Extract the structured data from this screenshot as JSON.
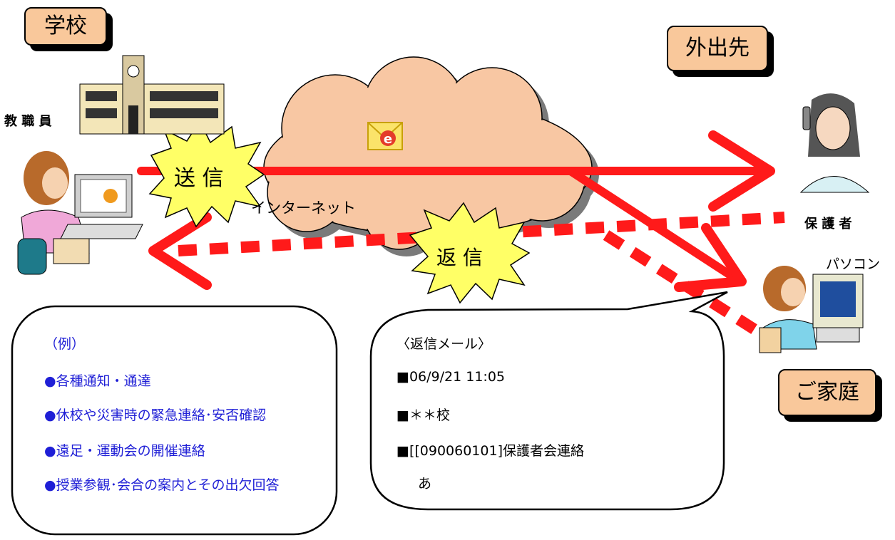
{
  "labels": {
    "school": "学校",
    "outside": "外出先",
    "home": "ご家庭",
    "teacher": "教 職 員",
    "parent": "保 護 者",
    "pc": "パソコン",
    "internet": "インターネット",
    "send": "送 信",
    "reply": "返 信"
  },
  "example_box": {
    "heading": "（例）",
    "items": [
      "●各種通知・通達",
      "●休校や災害時の緊急連絡･安否確認",
      "●遠足・運動会の開催連絡",
      "●授業参観･会合の案内とその出欠回答"
    ]
  },
  "reply_mail": {
    "heading": "〈返信メール〉",
    "lines": [
      "■06/9/21 11:05",
      "■＊＊校",
      "■[[090060101]保護者会連絡",
      "あ"
    ]
  },
  "colors": {
    "arrow": "#ff1a1a",
    "label_fill": "#f9c89b",
    "example_text": "#1f1fd6",
    "cloud": "#f8c7a3",
    "burst": "#ffff66"
  },
  "icons": [
    "school-building-icon",
    "teacher-at-laptop-icon",
    "parent-with-phone-icon",
    "parent-at-computer-icon",
    "email-envelope-icon"
  ]
}
